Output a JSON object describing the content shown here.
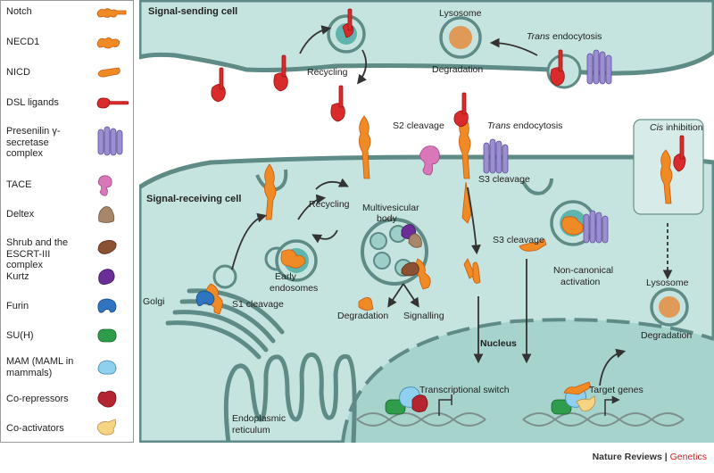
{
  "legend": {
    "items": [
      {
        "label": "Notch",
        "icon": "notch-icon"
      },
      {
        "label": "NECD1",
        "icon": "necd1-icon"
      },
      {
        "label": "NICD",
        "icon": "nicd-icon"
      },
      {
        "label": "DSL ligands",
        "icon": "dsl-ligand-icon"
      },
      {
        "label": "Presenilin γ-secretase complex",
        "icon": "presenilin-icon"
      },
      {
        "label": "TACE",
        "icon": "tace-icon"
      },
      {
        "label": "Deltex",
        "icon": "deltex-icon"
      },
      {
        "label": "Shrub and the ESCRT-III complex",
        "icon": "shrub-icon"
      },
      {
        "label": "Kurtz",
        "icon": "kurtz-icon"
      },
      {
        "label": "Furin",
        "icon": "furin-icon"
      },
      {
        "label": "SU(H)",
        "icon": "suh-icon"
      },
      {
        "label": "MAM (MAML in mammals)",
        "icon": "mam-icon"
      },
      {
        "label": "Co-repressors",
        "icon": "corepressor-icon"
      },
      {
        "label": "Co-activators",
        "icon": "coactivator-icon"
      }
    ]
  },
  "diagram": {
    "sending_cell": "Signal-sending cell",
    "receiving_cell": "Signal-receiving cell",
    "recycling_top": "Recycling",
    "lysosome_top": "Lysosome",
    "degradation_top": "Degradation",
    "trans_endocytosis_top_italic": "Trans",
    "trans_endocytosis_top_rest": " endocytosis",
    "s2_cleavage": "S2 cleavage",
    "trans_endocytosis_mid_italic": "Trans",
    "trans_endocytosis_mid_rest": " endocytosis",
    "s3_cleavage_mid": "S3 cleavage",
    "cis_italic": "Cis",
    "cis_rest": " inhibition",
    "recycling_mid": "Recycling",
    "multivesicular_line1": "Multivesicular",
    "multivesicular_line2": "body",
    "early_endosomes_line1": "Early",
    "early_endosomes_line2": "endosomes",
    "golgi": "Golgi",
    "s1_cleavage": "S1 cleavage",
    "degradation_mid": "Degradation",
    "signalling": "Signalling",
    "s3_cleavage_right": "S3 cleavage",
    "non_canonical_line1": "Non-canonical",
    "non_canonical_line2": "activation",
    "lysosome_right": "Lysosome",
    "degradation_right": "Degradation",
    "nucleus": "Nucleus",
    "transcriptional_switch": "Transcriptional switch",
    "target_genes": "Target genes",
    "er_line1": "Endoplasmic",
    "er_line2": "reticulum"
  },
  "credit": {
    "journal": "Nature Reviews",
    "separator": " | ",
    "section": "Genetics"
  },
  "colors": {
    "cytoplasm": "#c5e4df",
    "membrane": "#5f8b87",
    "nucleus": "#a7d3cd",
    "notch_orange": "#f08a24",
    "dsl_red": "#d92b2b",
    "presenilin_purple": "#9b8fd0",
    "tace_pink": "#d977b9",
    "deltex_brown": "#a7866a",
    "shrub_brown": "#8c5032",
    "kurtz_purple": "#6b2e96",
    "furin_blue": "#2f74c1",
    "suh_green": "#2e9c4a",
    "mam_lightblue": "#8ed0ee",
    "corepressor_red": "#b52431",
    "coactivator_yellow": "#f6d483"
  }
}
